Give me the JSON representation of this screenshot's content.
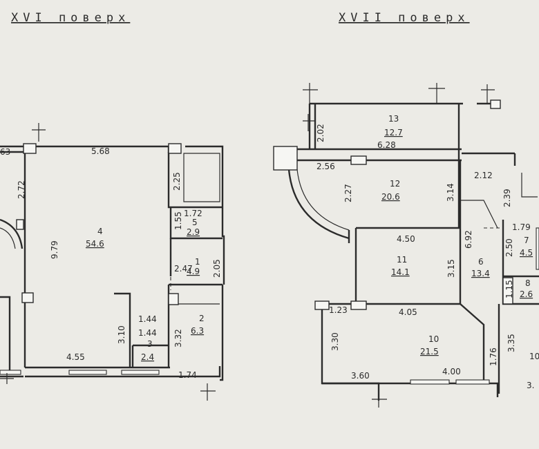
{
  "titles": {
    "floor16": "XVI поверх",
    "floor17": "XVII поверх"
  },
  "floor16": {
    "dims": {
      "top_partial": "63",
      "top": "5.68",
      "left_wall": "2.72",
      "room4_height": "9.79",
      "bottom": "4.55",
      "room3_height": "3.10",
      "room_upper_right": "2.25",
      "room2_height": "3.32",
      "bottom_right": "1.74",
      "room1_height": "2.05",
      "room1_width": "2.47"
    },
    "rooms": [
      {
        "no": "4",
        "area": "54.6"
      },
      {
        "no": "5",
        "area": "2.9",
        "width": "1.72",
        "height": "1.55"
      },
      {
        "no": "1",
        "area": "4.9"
      },
      {
        "no": "3",
        "area": "2.4",
        "width_a": "1.44",
        "width_b": "1.44"
      },
      {
        "no": "2",
        "area": "6.3"
      }
    ]
  },
  "floor17": {
    "dims": {
      "r13_height": "2.02",
      "r13_width": "6.28",
      "r12_top": "2.56",
      "r12_height": "2.27",
      "r12_right": "3.14",
      "upper_right_width": "2.12",
      "upper_right_height": "2.39",
      "r11_width": "4.50",
      "r11_height": "3.15",
      "r6_height": "6.92",
      "r7_height": "2.50",
      "r8_height": "1.15",
      "r10_top_left": "1.23",
      "r10_top": "4.05",
      "r10_height": "3.30",
      "r10_right": "1.76",
      "bottom_left": "3.60",
      "bottom_mid": "4.00",
      "far_right_height": "3.35",
      "far_right_bottom": "3."
    },
    "rooms": [
      {
        "no": "13",
        "area": "12.7"
      },
      {
        "no": "12",
        "area": "20.6"
      },
      {
        "no": "11",
        "area": "14.1"
      },
      {
        "no": "6",
        "area": "13.4"
      },
      {
        "no": "7",
        "area": "4.5",
        "width": "1.79"
      },
      {
        "no": "8",
        "area": "2.6"
      },
      {
        "no": "10",
        "area": "21.5"
      },
      {
        "no": "10",
        "area": ""
      }
    ]
  }
}
